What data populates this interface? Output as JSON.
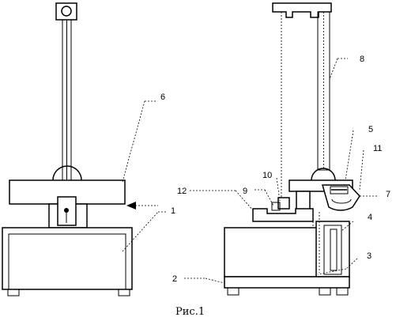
{
  "caption": "Рис.1",
  "labels": {
    "l1": "1",
    "l2": "2",
    "l3": "3",
    "l4": "4",
    "l5": "5",
    "l6": "6",
    "l7": "7",
    "l8": "8",
    "l9": "9",
    "l10": "10",
    "l11": "11",
    "l12": "12"
  }
}
